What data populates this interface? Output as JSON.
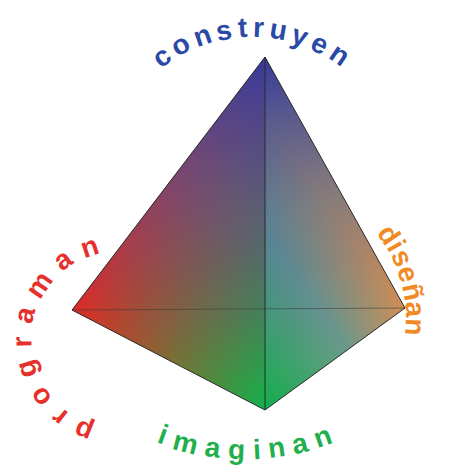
{
  "diagram": {
    "labels": [
      "construyen",
      "programan",
      "diseñan",
      "imaginan"
    ]
  }
}
